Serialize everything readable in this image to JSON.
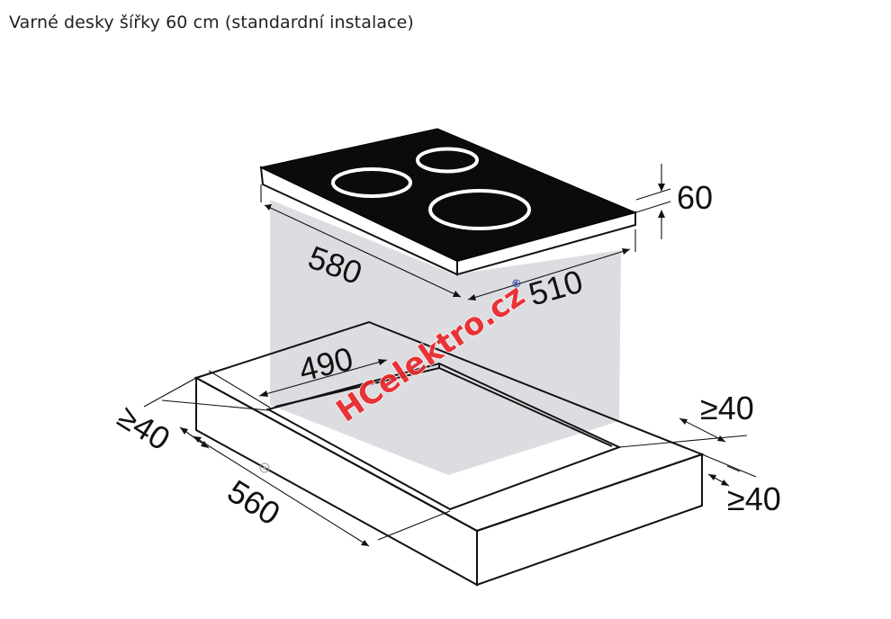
{
  "title": "Varné desky šířky 60 cm (standardní instalace)",
  "dimensions": {
    "thickness": "60",
    "hob_depth": "580",
    "hob_width": "510",
    "cutout_width": "490",
    "cutout_depth": "560",
    "min_edge_left": "≥40",
    "min_edge_right_top": "≥40",
    "min_edge_right_bottom": "≥40"
  },
  "watermark": {
    "text": "HCelektro.cz",
    "mark": "®"
  },
  "colors": {
    "hob_glass": "#0b0b0b",
    "cooking_zone_ring": "#ffffff",
    "worktop_fill": "#ffffff",
    "cutout_fill": "#e2e3e6",
    "projection_fill": "#dcdde1",
    "watermark_red": "#e8262a",
    "watermark_blue": "#2b3c96"
  }
}
